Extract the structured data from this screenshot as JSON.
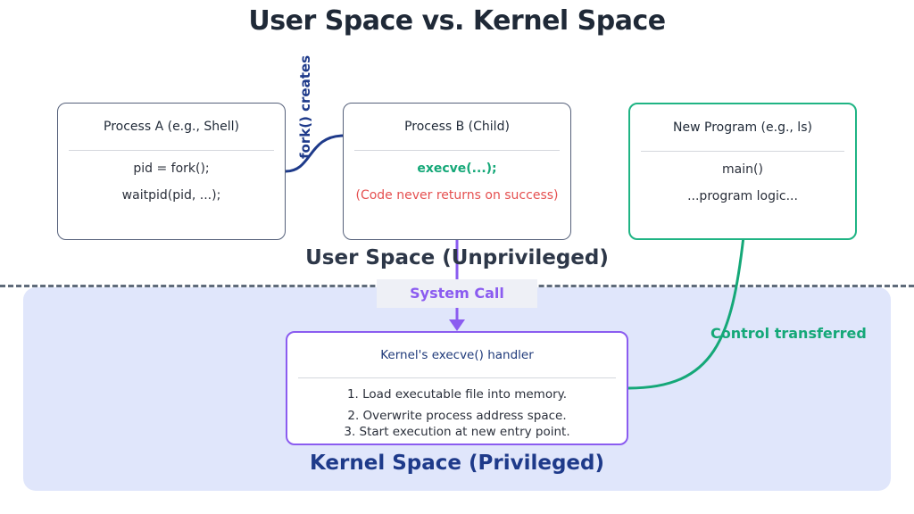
{
  "title": "User Space vs. Kernel Space",
  "process_a": {
    "title": "Process A (e.g., Shell)",
    "lines": [
      "pid = fork();",
      "waitpid(pid, ...);"
    ]
  },
  "process_b": {
    "title": "Process B (Child)",
    "lines": [
      "execve(...);",
      "(Code never returns on success)"
    ]
  },
  "new_program": {
    "title": "New Program (e.g., ls)",
    "lines": [
      "main()",
      "...program logic..."
    ]
  },
  "kernel_handler": {
    "title": "Kernel's execve() handler",
    "lines": [
      "1. Load executable file into memory.",
      "2. Overwrite process address space.",
      "3. Start execution at new entry point."
    ]
  },
  "labels": {
    "fork": "fork() creates",
    "system_call": "System Call",
    "control": "Control transferred",
    "user_space": "User Space (Unprivileged)",
    "kernel_space": "Kernel Space (Privileged)"
  },
  "colors": {
    "process_border": "#55607a",
    "program_accent": "#1fb484",
    "syscall_accent": "#8b5cf0",
    "kernel_zone": "#e0e6fb",
    "error_text": "#e55050",
    "navy": "#1e3a8a"
  }
}
